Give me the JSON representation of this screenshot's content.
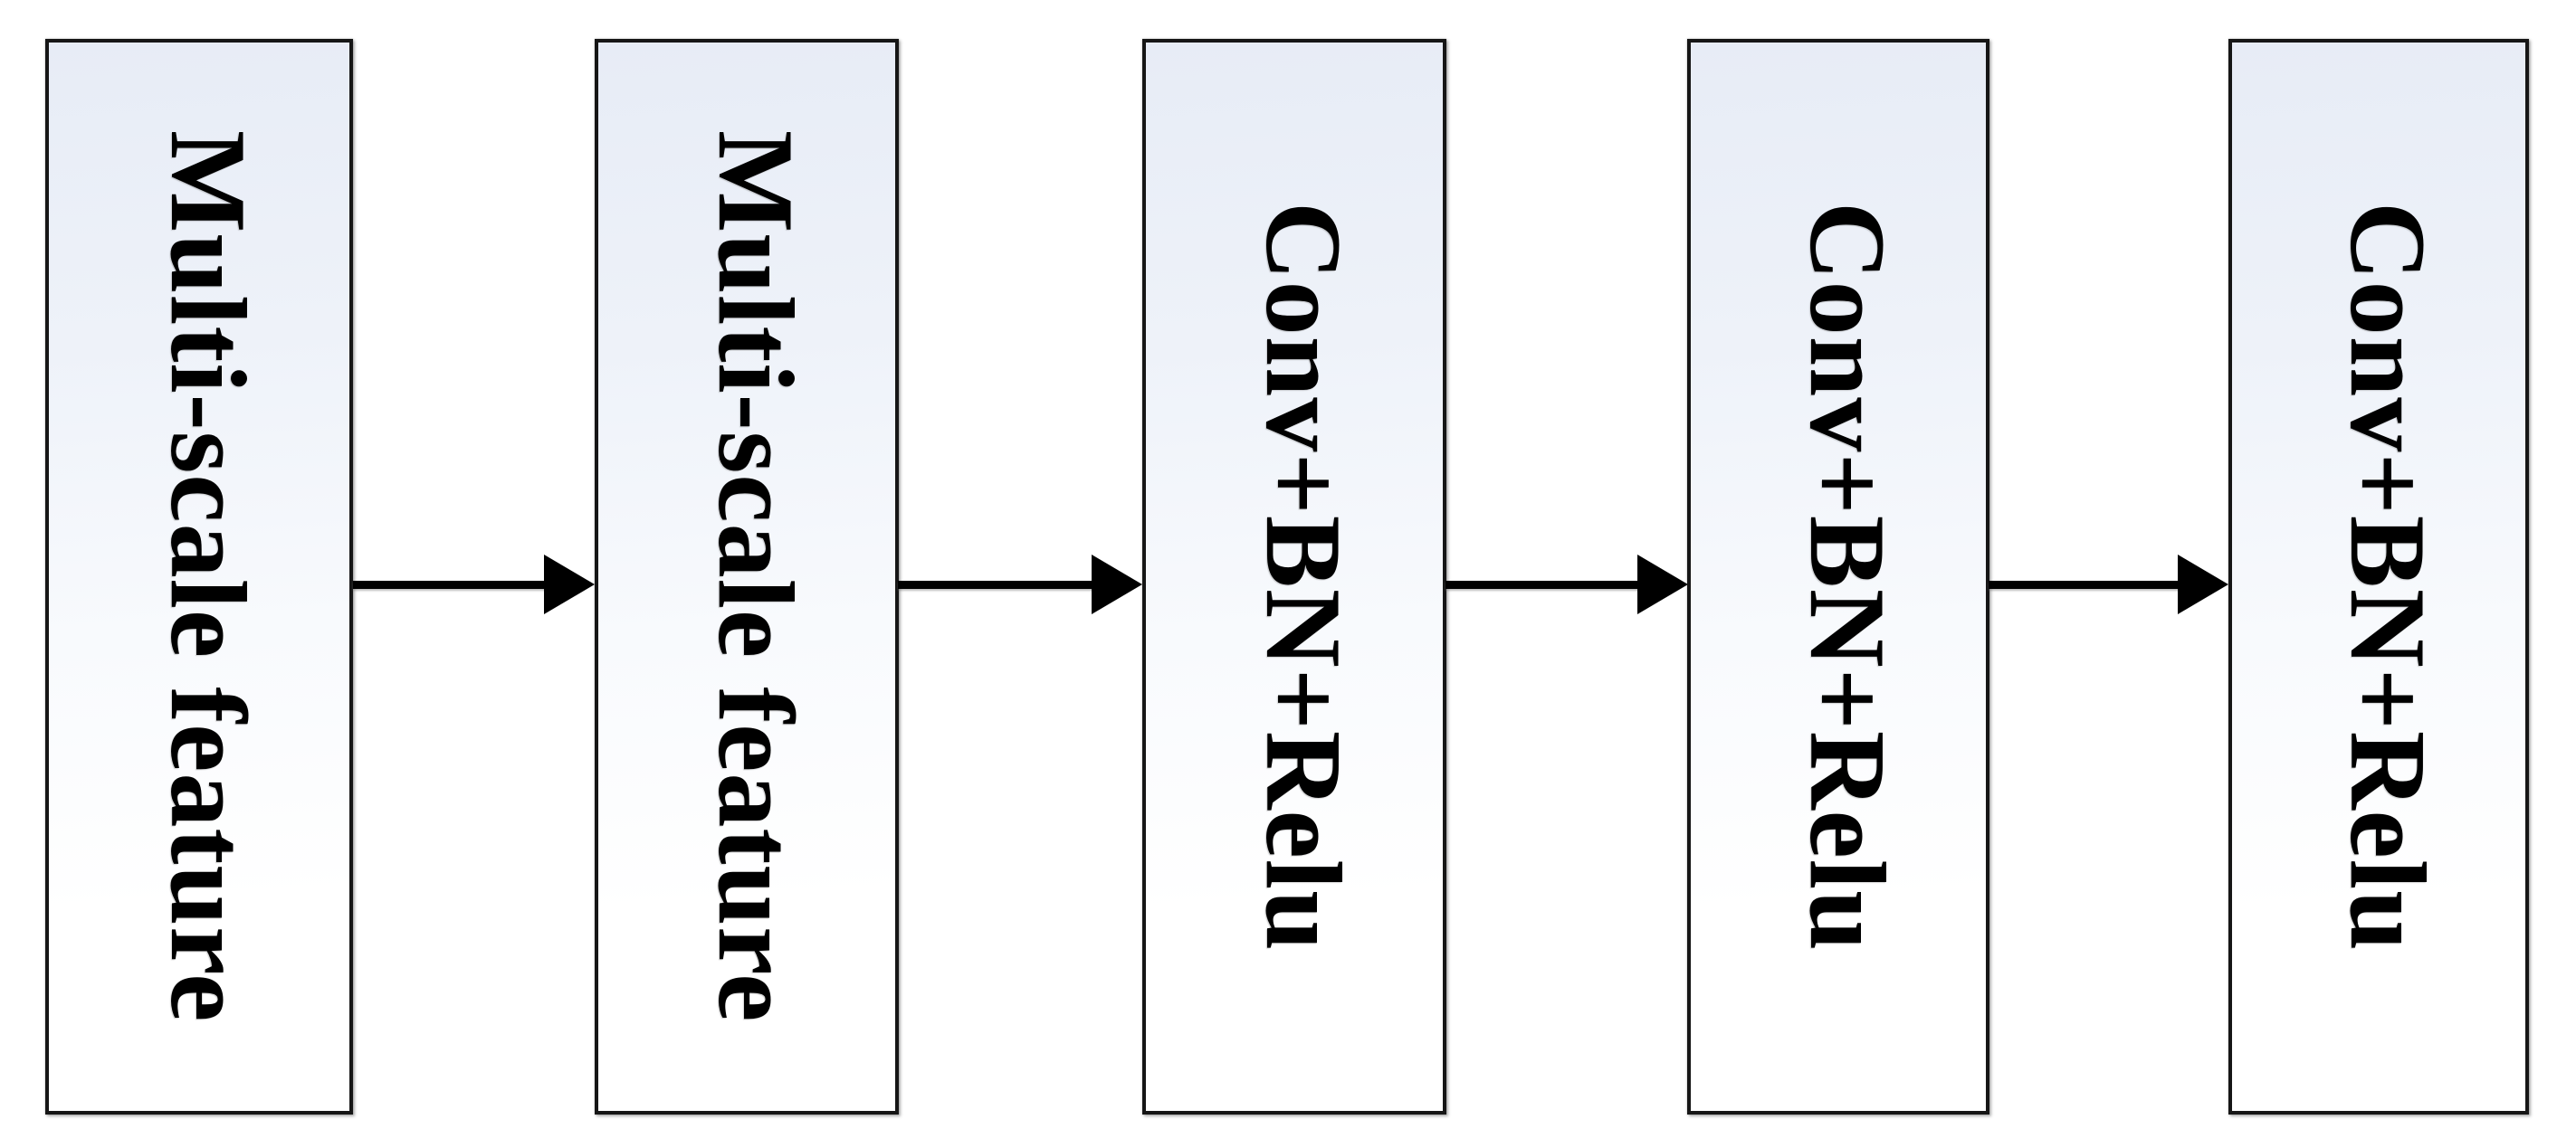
{
  "diagram": {
    "description": "Left-to-right pipeline flowchart of five rectangular nodes with vertically rotated bold serif labels, connected by black arrows",
    "nodes": [
      {
        "id": "node-1",
        "label": "Multi-scale feature"
      },
      {
        "id": "node-2",
        "label": "Multi-scale feature"
      },
      {
        "id": "node-3",
        "label": "Conv+BN+Relu"
      },
      {
        "id": "node-4",
        "label": "Conv+BN+Relu"
      },
      {
        "id": "node-5",
        "label": "Conv+BN+Relu"
      }
    ],
    "edges": [
      {
        "from": "node-1",
        "to": "node-2",
        "type": "arrow-right"
      },
      {
        "from": "node-2",
        "to": "node-3",
        "type": "arrow-right"
      },
      {
        "from": "node-3",
        "to": "node-4",
        "type": "arrow-right"
      },
      {
        "from": "node-4",
        "to": "node-5",
        "type": "arrow-right"
      }
    ],
    "colors": {
      "background": "#ffffff",
      "node_fill_top": "#e7ecf6",
      "node_fill_bottom": "#ffffff",
      "node_border": "#161616",
      "arrow": "#000000",
      "text": "#000000"
    },
    "text_orientation": "rotated-90deg-clockwise"
  }
}
